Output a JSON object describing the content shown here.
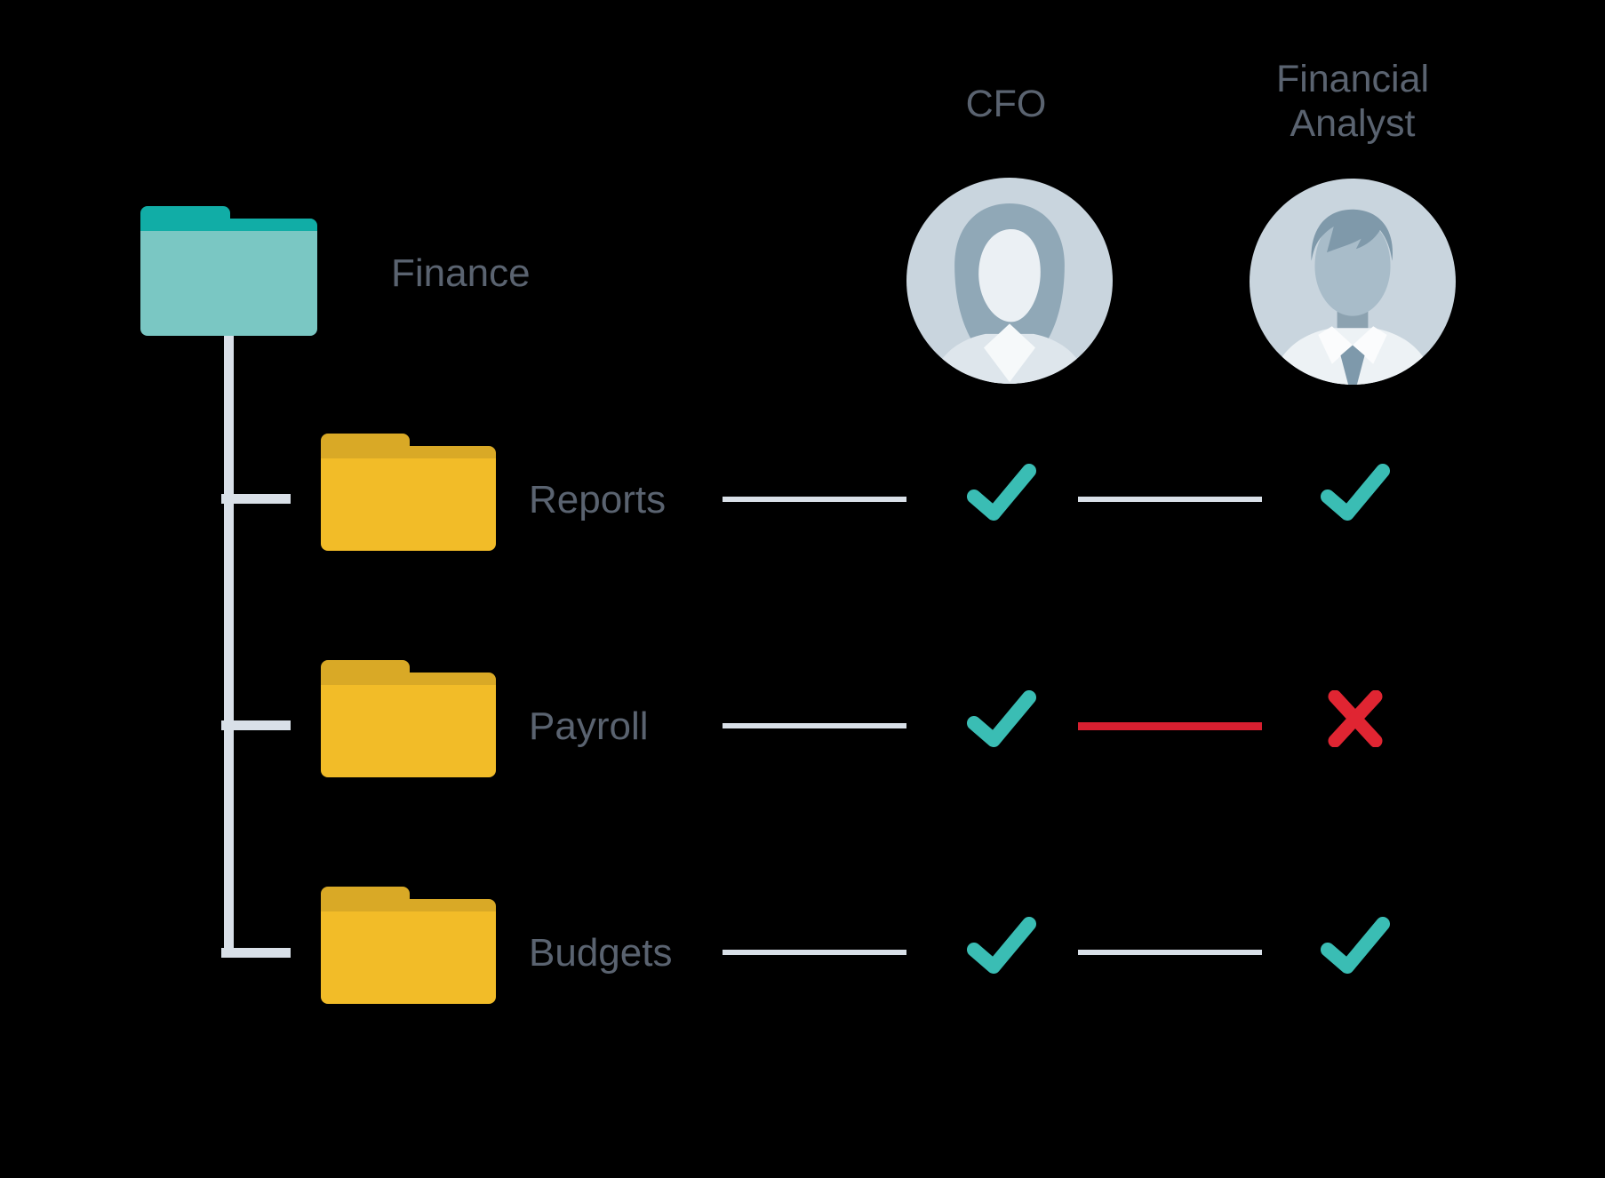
{
  "root_folder": {
    "label": "Finance"
  },
  "columns": [
    {
      "id": "cfo",
      "label": "CFO",
      "avatar_icon": "female-person-avatar-icon"
    },
    {
      "id": "analyst",
      "label": "Financial Analyst",
      "avatar_icon": "male-person-avatar-icon"
    }
  ],
  "rows": [
    {
      "label": "Reports",
      "cfo": "allowed",
      "analyst": "allowed"
    },
    {
      "label": "Payroll",
      "cfo": "allowed",
      "analyst": "denied"
    },
    {
      "label": "Budgets",
      "cfo": "allowed",
      "analyst": "allowed"
    }
  ],
  "icons": {
    "allowed": "check-icon",
    "denied": "x-icon",
    "root_folder": "teal-folder-icon",
    "subfolder": "yellow-folder-icon"
  },
  "colors": {
    "background": "#000000",
    "label_slate": "#5A6370",
    "connector_gray": "#D9E0E8",
    "teal_folder_tab": "#11ADA6",
    "teal_folder_body": "#7AC7C3",
    "yellow_folder_tab": "#D9A926",
    "yellow_folder_body": "#F2BC28",
    "check_teal": "#3ABDB4",
    "deny_red": "#E02532",
    "deny_line_red": "#D71F30",
    "avatar_bg": "#C9D5DE",
    "avatar_hair": "#90A8B7",
    "avatar_face": "#EBF0F4",
    "avatar_body": "#DEE6EC",
    "avatar_shirt": "#F6F9FA",
    "analyst_hair": "#7F99AA",
    "analyst_face": "#A8BCC9",
    "analyst_neck": "#8CA2B0",
    "analyst_shirt": "#EDF2F5",
    "analyst_collar": "#FBFCFD",
    "analyst_tie": "#7E99AB"
  }
}
